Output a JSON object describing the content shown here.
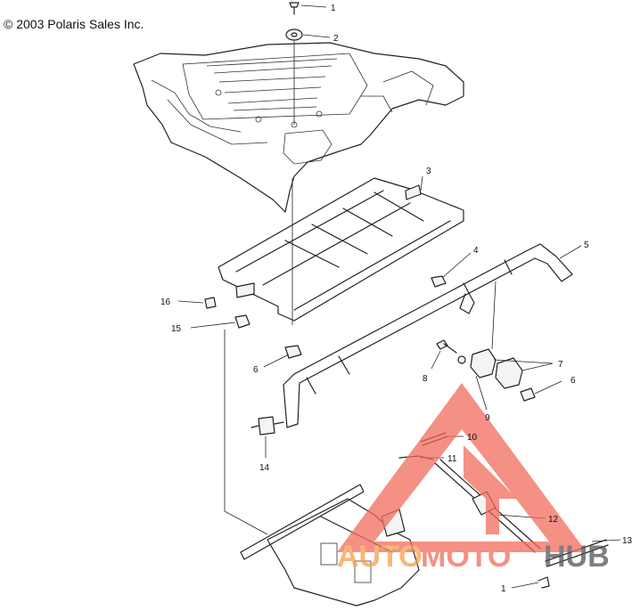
{
  "copyright": "© 2003 Polaris Sales Inc.",
  "callouts": [
    {
      "id": "c1a",
      "text": "1"
    },
    {
      "id": "c2",
      "text": "2"
    },
    {
      "id": "c3",
      "text": "3"
    },
    {
      "id": "c4",
      "text": "4"
    },
    {
      "id": "c5",
      "text": "5"
    },
    {
      "id": "c16",
      "text": "16"
    },
    {
      "id": "c15",
      "text": "15"
    },
    {
      "id": "c6a",
      "text": "6"
    },
    {
      "id": "c7",
      "text": "7"
    },
    {
      "id": "c6b",
      "text": "6"
    },
    {
      "id": "c8",
      "text": "8"
    },
    {
      "id": "c9",
      "text": "9"
    },
    {
      "id": "c10",
      "text": "10"
    },
    {
      "id": "c11",
      "text": "11"
    },
    {
      "id": "c14",
      "text": "14"
    },
    {
      "id": "c12",
      "text": "12"
    },
    {
      "id": "c13",
      "text": "13"
    },
    {
      "id": "c1b",
      "text": "1"
    }
  ],
  "watermark": {
    "text_auto": "AUTO",
    "text_moto": "MOTO",
    "text_hub": "HUB",
    "color_primary": "#f26b5b",
    "color_accent": "#f5a04a",
    "color_hub": "#555555"
  }
}
